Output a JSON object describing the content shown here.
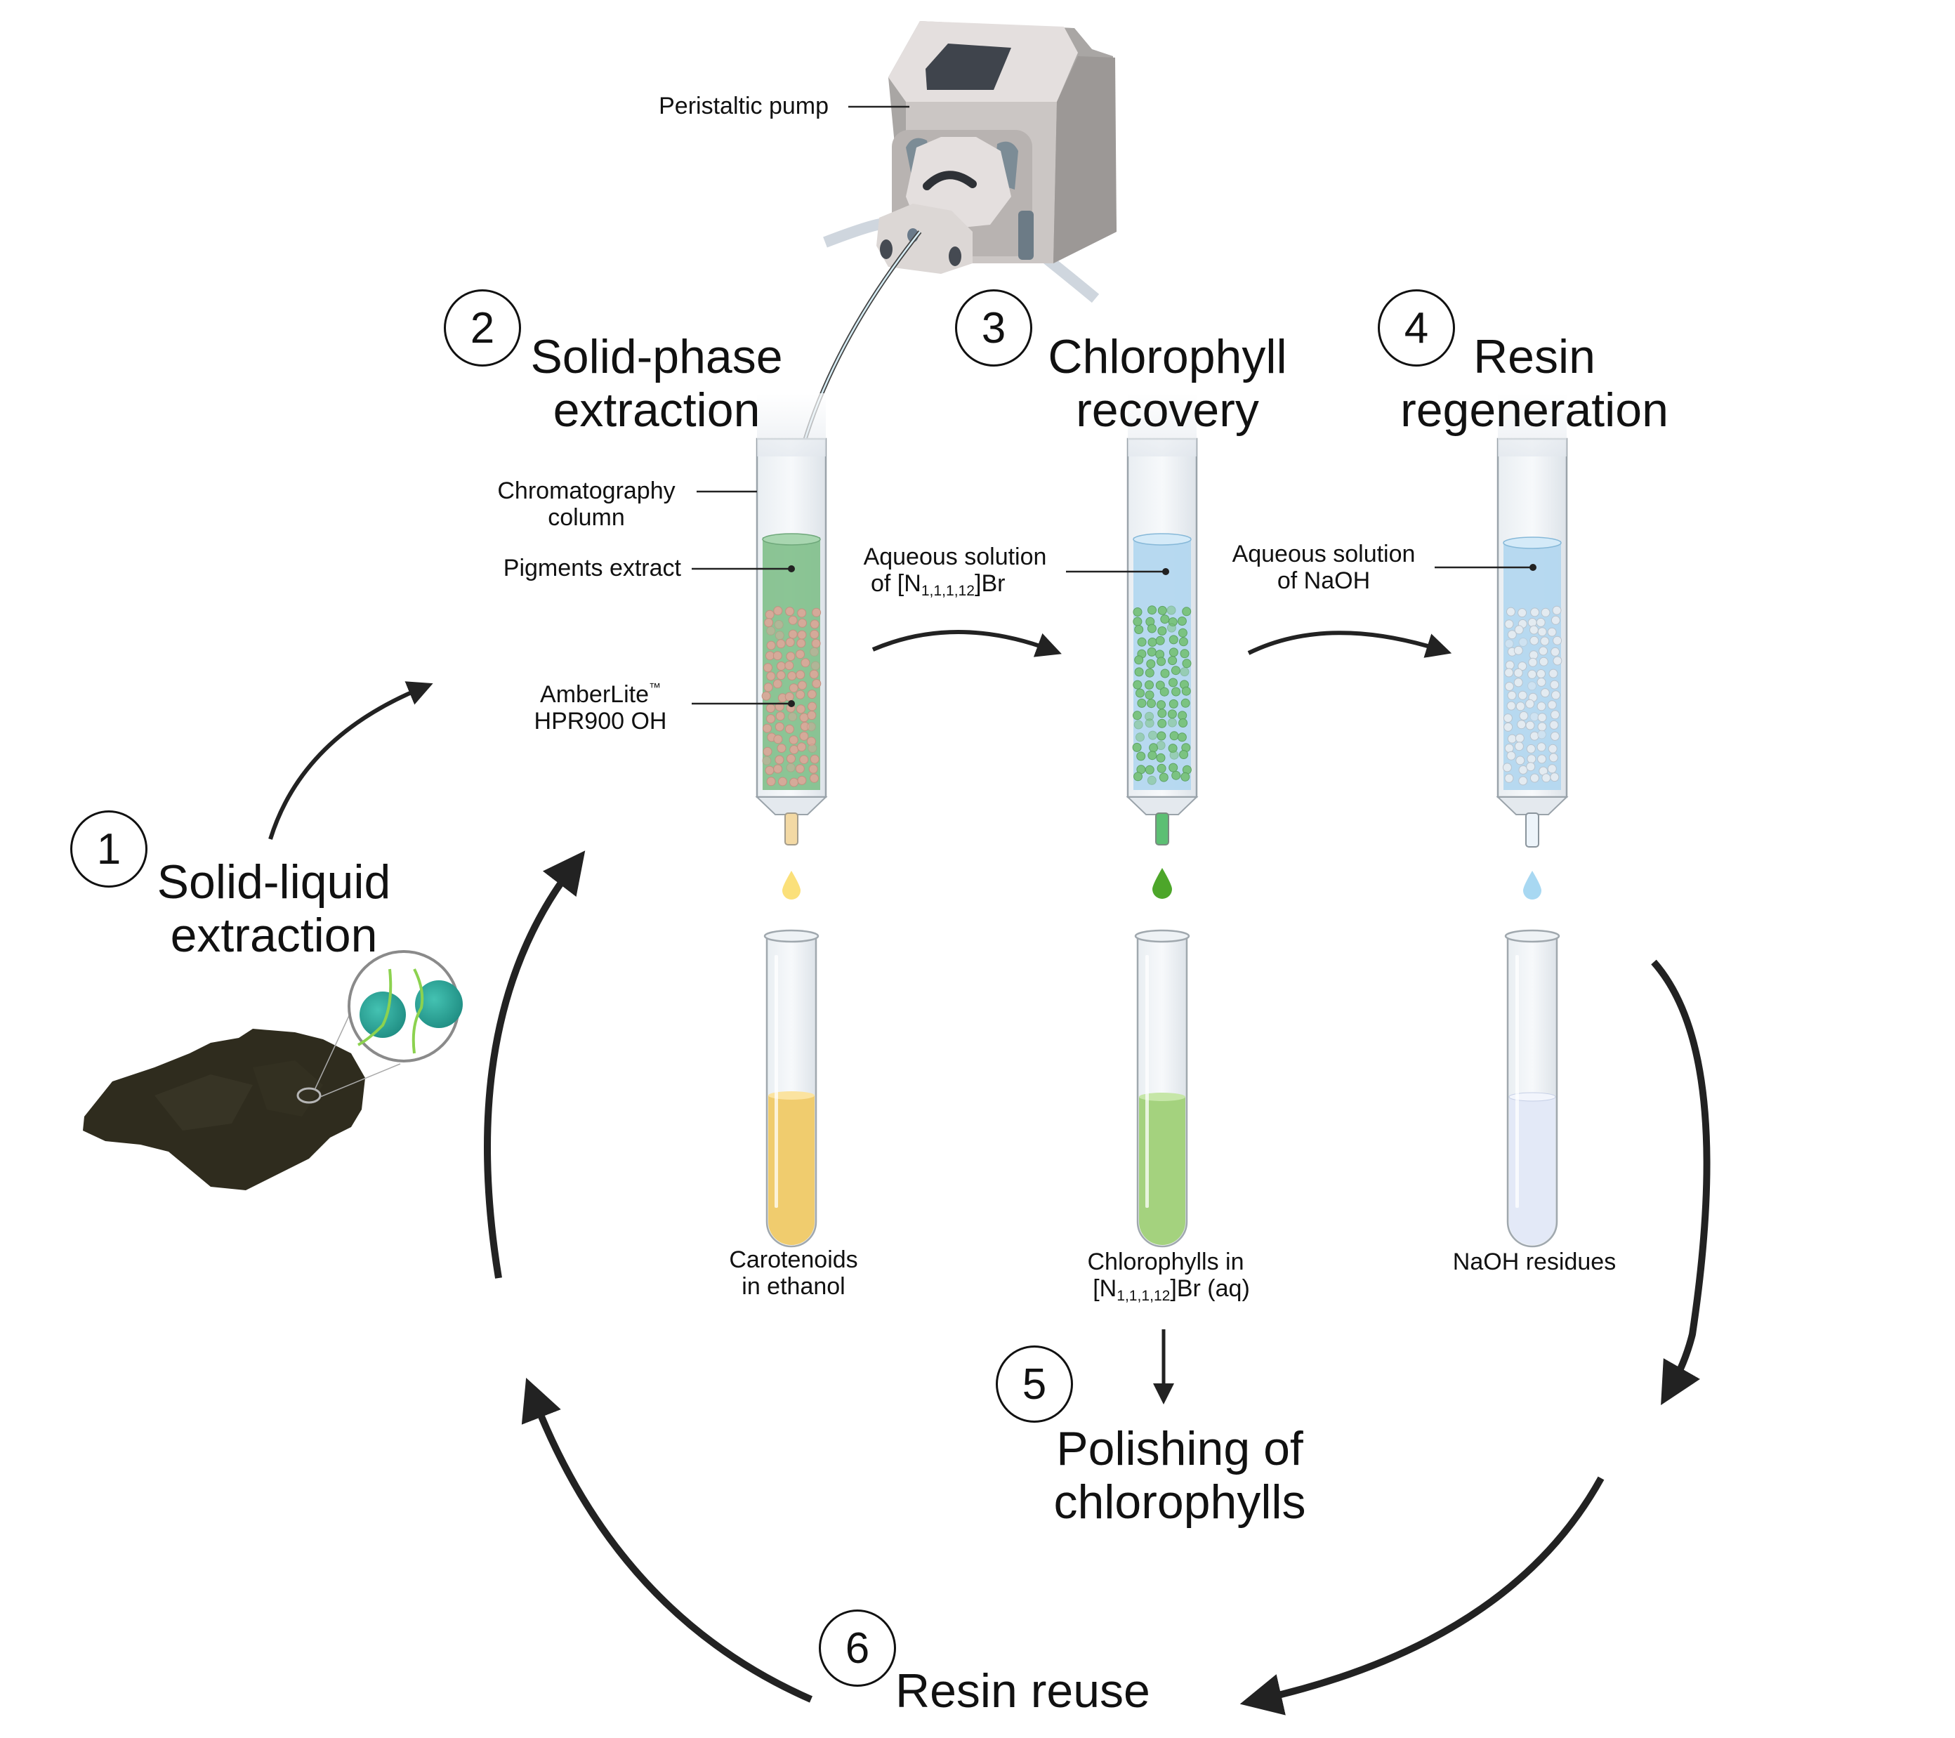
{
  "steps": [
    {
      "number": "1",
      "title_line1": "Solid-liquid",
      "title_line2": "extraction"
    },
    {
      "number": "2",
      "title_line1": "Solid-phase",
      "title_line2": "extraction"
    },
    {
      "number": "3",
      "title_line1": "Chlorophyll",
      "title_line2": "recovery"
    },
    {
      "number": "4",
      "title_line1": "Resin",
      "title_line2": "regeneration"
    },
    {
      "number": "5",
      "title_line1": "Polishing of",
      "title_line2": "chlorophylls"
    },
    {
      "number": "6",
      "title_line1": "Resin reuse"
    }
  ],
  "labels": {
    "pump": "Peristaltic pump",
    "column_line1": "Chromatography",
    "column_line2": "column",
    "pigments": "Pigments extract",
    "resin_line1": "AmberLite",
    "resin_tm": "™",
    "resin_line2": "HPR900 OH",
    "aq_ils_line1": "Aqueous solution",
    "aq_ils_line2_prefix": "of [N",
    "aq_ils_sub": "1,1,1,12",
    "aq_ils_suffix": "]Br",
    "aq_naoh_line1": "Aqueous solution",
    "aq_naoh_line2": "of NaOH",
    "tube1_line1": "Carotenoids",
    "tube1_line2": "in ethanol",
    "tube2_line1": "Chlorophylls in",
    "tube2_line2_prefix": "[N",
    "tube2_sub": "1,1,1,12",
    "tube2_suffix": "]Br (aq)",
    "tube3_line1": "NaOH residues"
  },
  "colors": {
    "pigment_green": "#7fbf8a",
    "resin_bead_pink": "#d9a99a",
    "aqueous_blue": "#b3d7ef",
    "bead_green": "#78c27c",
    "bead_white": "#e6ecf2",
    "carotenoid_yellow": "#f0cc6e",
    "chlorophyll_green": "#a4d27e",
    "naoh_lavender": "#e3e9f7",
    "drop_yellow": "#fbe07a",
    "drop_green": "#4da62a",
    "drop_blue": "#a8d8f2",
    "arrow": "#222222",
    "powder": "#2f2c1e",
    "cell_teal": "#2aa89a",
    "flagella": "#8cd24f"
  }
}
